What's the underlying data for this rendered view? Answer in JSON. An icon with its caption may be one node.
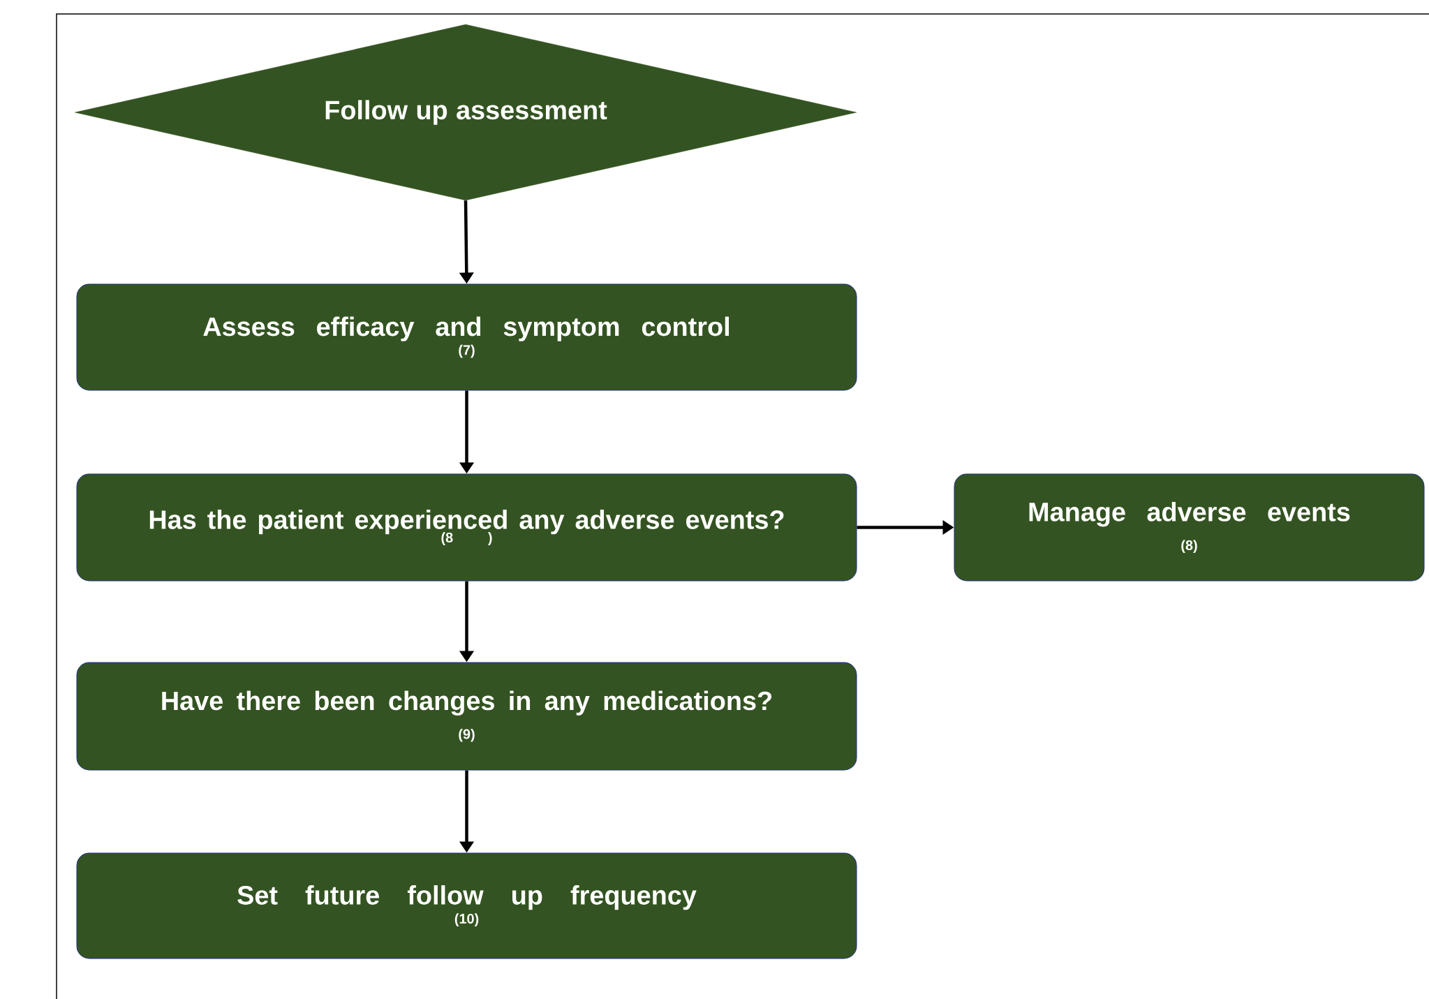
{
  "diagram": {
    "nodes": [
      {
        "text": [
          "Follow up assessment"
        ]
      },
      {
        "text": [
          "Assess efficacy and symptom control",
          "(7)"
        ]
      },
      {
        "text": [
          "Has the patient experienced any adverse events?",
          "(8 )"
        ]
      },
      {
        "text": [
          "Have there been changes in any medications?",
          "(9)"
        ]
      },
      {
        "text": [
          "Set future follow up frequency",
          "(10)"
        ]
      },
      {
        "text": [
          "Manage adverse events",
          "(8)"
        ]
      }
    ],
    "edges": [
      {
        "from": 0,
        "to": 1,
        "arrow": "to"
      },
      {
        "from": 1,
        "to": 2,
        "arrow": "to"
      },
      {
        "from": 2,
        "to": 3,
        "arrow": "to"
      },
      {
        "from": 3,
        "to": 4,
        "arrow": "to"
      },
      {
        "from": 2,
        "to": 5,
        "arrow": "to"
      }
    ]
  }
}
